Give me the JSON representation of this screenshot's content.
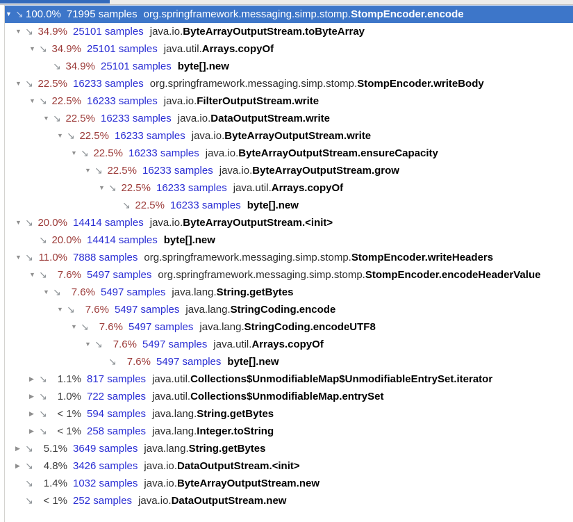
{
  "panel": {
    "type": "profiler-call-tree",
    "colors": {
      "selection_bg": "#3d76c9",
      "tab_indicator": "#336abb",
      "strip_bg": "#edecea",
      "strip_border": "#c9c8c5",
      "percent_hot": "#9c3b39",
      "percent_normal": "#3c3c3c",
      "samples_blue": "#2b2fd4"
    }
  },
  "icons": {
    "expanded_glyph": "▼",
    "collapsed_glyph": "▶",
    "call_arrow_glyph": "↘"
  },
  "tree": {
    "rows": [
      {
        "percent": "100.0%",
        "samples": "71995 samples",
        "package": "org.springframework.messaging.simp.stomp.",
        "method": "StompEncoder.encode",
        "depth": 0,
        "state": "expanded",
        "hot": true,
        "selected": true
      },
      {
        "percent": "34.9%",
        "samples": "25101 samples",
        "package": "java.io.",
        "method": "ByteArrayOutputStream.toByteArray",
        "depth": 1,
        "state": "expanded",
        "hot": true,
        "selected": false
      },
      {
        "percent": "34.9%",
        "samples": "25101 samples",
        "package": "java.util.",
        "method": "Arrays.copyOf",
        "depth": 2,
        "state": "expanded",
        "hot": true,
        "selected": false
      },
      {
        "percent": "34.9%",
        "samples": "25101 samples",
        "package": "",
        "method": "byte[].new",
        "depth": 3,
        "state": "leaf",
        "hot": true,
        "selected": false
      },
      {
        "percent": "22.5%",
        "samples": "16233 samples",
        "package": "org.springframework.messaging.simp.stomp.",
        "method": "StompEncoder.writeBody",
        "depth": 1,
        "state": "expanded",
        "hot": true,
        "selected": false
      },
      {
        "percent": "22.5%",
        "samples": "16233 samples",
        "package": "java.io.",
        "method": "FilterOutputStream.write",
        "depth": 2,
        "state": "expanded",
        "hot": true,
        "selected": false
      },
      {
        "percent": "22.5%",
        "samples": "16233 samples",
        "package": "java.io.",
        "method": "DataOutputStream.write",
        "depth": 3,
        "state": "expanded",
        "hot": true,
        "selected": false
      },
      {
        "percent": "22.5%",
        "samples": "16233 samples",
        "package": "java.io.",
        "method": "ByteArrayOutputStream.write",
        "depth": 4,
        "state": "expanded",
        "hot": true,
        "selected": false
      },
      {
        "percent": "22.5%",
        "samples": "16233 samples",
        "package": "java.io.",
        "method": "ByteArrayOutputStream.ensureCapacity",
        "depth": 5,
        "state": "expanded",
        "hot": true,
        "selected": false
      },
      {
        "percent": "22.5%",
        "samples": "16233 samples",
        "package": "java.io.",
        "method": "ByteArrayOutputStream.grow",
        "depth": 6,
        "state": "expanded",
        "hot": true,
        "selected": false
      },
      {
        "percent": "22.5%",
        "samples": "16233 samples",
        "package": "java.util.",
        "method": "Arrays.copyOf",
        "depth": 7,
        "state": "expanded",
        "hot": true,
        "selected": false
      },
      {
        "percent": "22.5%",
        "samples": "16233 samples",
        "package": "",
        "method": "byte[].new",
        "depth": 8,
        "state": "leaf",
        "hot": true,
        "selected": false
      },
      {
        "percent": "20.0%",
        "samples": "14414 samples",
        "package": "java.io.",
        "method": "ByteArrayOutputStream.<init>",
        "depth": 1,
        "state": "expanded",
        "hot": true,
        "selected": false
      },
      {
        "percent": "20.0%",
        "samples": "14414 samples",
        "package": "",
        "method": "byte[].new",
        "depth": 2,
        "state": "leaf",
        "hot": true,
        "selected": false
      },
      {
        "percent": "11.0%",
        "samples": "7888 samples",
        "package": "org.springframework.messaging.simp.stomp.",
        "method": "StompEncoder.writeHeaders",
        "depth": 1,
        "state": "expanded",
        "hot": true,
        "selected": false
      },
      {
        "percent": "7.6%",
        "samples": "5497 samples",
        "package": "org.springframework.messaging.simp.stomp.",
        "method": "StompEncoder.encodeHeaderValue",
        "depth": 2,
        "state": "expanded",
        "hot": true,
        "selected": false
      },
      {
        "percent": "7.6%",
        "samples": "5497 samples",
        "package": "java.lang.",
        "method": "String.getBytes",
        "depth": 3,
        "state": "expanded",
        "hot": true,
        "selected": false
      },
      {
        "percent": "7.6%",
        "samples": "5497 samples",
        "package": "java.lang.",
        "method": "StringCoding.encode",
        "depth": 4,
        "state": "expanded",
        "hot": true,
        "selected": false
      },
      {
        "percent": "7.6%",
        "samples": "5497 samples",
        "package": "java.lang.",
        "method": "StringCoding.encodeUTF8",
        "depth": 5,
        "state": "expanded",
        "hot": true,
        "selected": false
      },
      {
        "percent": "7.6%",
        "samples": "5497 samples",
        "package": "java.util.",
        "method": "Arrays.copyOf",
        "depth": 6,
        "state": "expanded",
        "hot": true,
        "selected": false
      },
      {
        "percent": "7.6%",
        "samples": "5497 samples",
        "package": "",
        "method": "byte[].new",
        "depth": 7,
        "state": "leaf",
        "hot": true,
        "selected": false
      },
      {
        "percent": "1.1%",
        "samples": "817 samples",
        "package": "java.util.",
        "method": "Collections$UnmodifiableMap$UnmodifiableEntrySet.iterator",
        "depth": 2,
        "state": "collapsed",
        "hot": false,
        "selected": false
      },
      {
        "percent": "1.0%",
        "samples": "722 samples",
        "package": "java.util.",
        "method": "Collections$UnmodifiableMap.entrySet",
        "depth": 2,
        "state": "collapsed",
        "hot": false,
        "selected": false
      },
      {
        "percent": "< 1%",
        "samples": "594 samples",
        "package": "java.lang.",
        "method": "String.getBytes",
        "depth": 2,
        "state": "collapsed",
        "hot": false,
        "selected": false
      },
      {
        "percent": "< 1%",
        "samples": "258 samples",
        "package": "java.lang.",
        "method": "Integer.toString",
        "depth": 2,
        "state": "collapsed",
        "hot": false,
        "selected": false
      },
      {
        "percent": "5.1%",
        "samples": "3649 samples",
        "package": "java.lang.",
        "method": "String.getBytes",
        "depth": 1,
        "state": "collapsed",
        "hot": false,
        "selected": false
      },
      {
        "percent": "4.8%",
        "samples": "3426 samples",
        "package": "java.io.",
        "method": "DataOutputStream.<init>",
        "depth": 1,
        "state": "collapsed",
        "hot": false,
        "selected": false
      },
      {
        "percent": "1.4%",
        "samples": "1032 samples",
        "package": "java.io.",
        "method": "ByteArrayOutputStream.new",
        "depth": 1,
        "state": "leaf",
        "hot": false,
        "selected": false
      },
      {
        "percent": "< 1%",
        "samples": "252 samples",
        "package": "java.io.",
        "method": "DataOutputStream.new",
        "depth": 1,
        "state": "leaf",
        "hot": false,
        "selected": false
      }
    ]
  }
}
